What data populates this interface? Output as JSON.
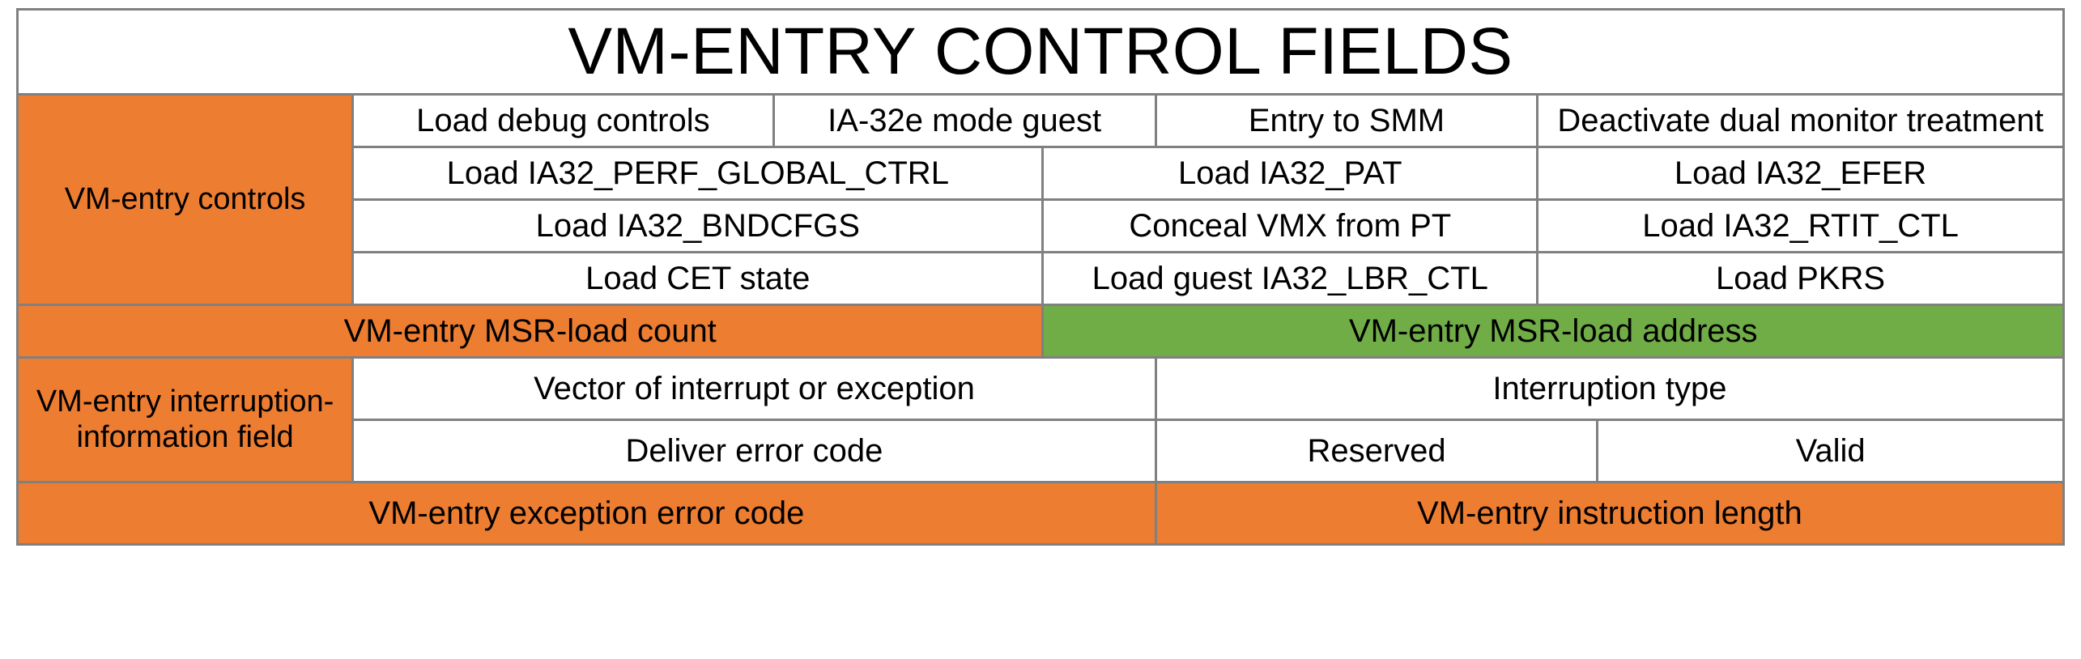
{
  "title": "VM-ENTRY CONTROL FIELDS",
  "colors": {
    "orange": "#ED7D31",
    "green": "#70AD47",
    "border": "#808080",
    "background": "#FFFFFF",
    "text": "#000000"
  },
  "sections": {
    "vm_entry_controls": {
      "label": "VM-entry controls",
      "rows": [
        [
          "Load debug controls",
          "IA-32e mode guest",
          "Entry to SMM",
          "Deactivate dual monitor treatment"
        ],
        [
          "Load IA32_PERF_GLOBAL_CTRL",
          "Load IA32_PAT",
          "Load IA32_EFER"
        ],
        [
          "Load IA32_BNDCFGS",
          "Conceal VMX from PT",
          "Load IA32_RTIT_CTL"
        ],
        [
          "Load CET state",
          "Load guest IA32_LBR_CTL",
          "Load PKRS"
        ]
      ]
    },
    "msr_load": {
      "count": "VM-entry MSR-load count",
      "address": "VM-entry MSR-load address"
    },
    "interruption_information": {
      "label": "VM-entry interruption-information field",
      "row1": [
        "Vector of interrupt or exception",
        "Interruption type"
      ],
      "row2": [
        "Deliver error code",
        "Reserved",
        "Valid"
      ]
    },
    "bottom": {
      "exception_error_code": "VM-entry exception error code",
      "instruction_length": "VM-entry instruction length"
    }
  }
}
